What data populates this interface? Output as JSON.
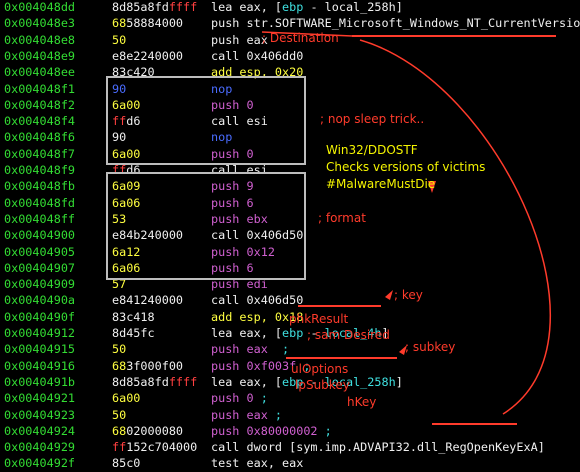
{
  "rows": [
    {
      "addr": "0x004048dd",
      "bytes": [
        {
          "t": "8d85a8fd",
          "c": "white"
        },
        {
          "t": "ffff",
          "c": "red"
        }
      ],
      "instr": [
        {
          "t": "lea eax, [",
          "c": "white"
        },
        {
          "t": "ebp",
          "c": "cyan"
        },
        {
          "t": " - local_258h",
          "c": "white"
        },
        {
          "t": "]",
          "c": "white"
        }
      ]
    },
    {
      "addr": "0x004048e3",
      "bytes": [
        {
          "t": "68",
          "c": "yellow"
        },
        {
          "t": "58884000",
          "c": "white"
        }
      ],
      "instr": [
        {
          "t": "push str.SOFTWARE_Microsoft_Windows_NT_CurrentVersion",
          "c": "white"
        },
        {
          "t": " ; ",
          "c": "cyan"
        }
      ]
    },
    {
      "addr": "0x004048e8",
      "bytes": [
        {
          "t": "50",
          "c": "yellow"
        }
      ],
      "instr": [
        {
          "t": "push ",
          "c": "white"
        },
        {
          "t": "eax",
          "c": "white"
        }
      ]
    },
    {
      "addr": "0x004048e9",
      "bytes": [
        {
          "t": "e8e2240000",
          "c": "white"
        }
      ],
      "instr": [
        {
          "t": "call 0x406dd0",
          "c": "white"
        }
      ]
    },
    {
      "addr": "0x004048ee",
      "bytes": [
        {
          "t": "83c420",
          "c": "white"
        }
      ],
      "instr": [
        {
          "t": "add esp, 0x20",
          "c": "yellow"
        }
      ]
    },
    {
      "addr": "0x004048f1",
      "bytes": [
        {
          "t": "90",
          "c": "blue"
        }
      ],
      "instr": [
        {
          "t": "nop",
          "c": "blue"
        }
      ]
    },
    {
      "addr": "0x004048f2",
      "bytes": [
        {
          "t": "6a00",
          "c": "yellow"
        }
      ],
      "instr": [
        {
          "t": "push 0",
          "c": "magenta"
        }
      ]
    },
    {
      "addr": "0x004048f4",
      "bytes": [
        {
          "t": "ff",
          "c": "red"
        },
        {
          "t": "d6",
          "c": "white"
        }
      ],
      "instr": [
        {
          "t": "call esi",
          "c": "white"
        }
      ]
    },
    {
      "addr": "0x004048f6",
      "bytes": [
        {
          "t": "90",
          "c": "white"
        }
      ],
      "instr": [
        {
          "t": "nop",
          "c": "blue"
        }
      ]
    },
    {
      "addr": "0x004048f7",
      "bytes": [
        {
          "t": "6a00",
          "c": "yellow"
        }
      ],
      "instr": [
        {
          "t": "push 0",
          "c": "magenta"
        }
      ]
    },
    {
      "addr": "0x004048f9",
      "bytes": [
        {
          "t": "ff",
          "c": "red"
        },
        {
          "t": "d6",
          "c": "white"
        }
      ],
      "instr": [
        {
          "t": "call esi",
          "c": "white"
        }
      ]
    },
    {
      "addr": "0x004048fb",
      "bytes": [
        {
          "t": "6a09",
          "c": "yellow"
        }
      ],
      "instr": [
        {
          "t": "push 9",
          "c": "magenta"
        }
      ]
    },
    {
      "addr": "0x004048fd",
      "bytes": [
        {
          "t": "6a06",
          "c": "yellow"
        }
      ],
      "instr": [
        {
          "t": "push 6",
          "c": "magenta"
        }
      ]
    },
    {
      "addr": "0x004048ff",
      "bytes": [
        {
          "t": "53",
          "c": "yellow"
        }
      ],
      "instr": [
        {
          "t": "push ebx",
          "c": "magenta"
        }
      ]
    },
    {
      "addr": "0x00404900",
      "bytes": [
        {
          "t": "e84b240000",
          "c": "white"
        }
      ],
      "instr": [
        {
          "t": "call 0x406d50",
          "c": "white"
        }
      ]
    },
    {
      "addr": "0x00404905",
      "bytes": [
        {
          "t": "6a12",
          "c": "yellow"
        }
      ],
      "instr": [
        {
          "t": "push 0x12",
          "c": "magenta"
        }
      ]
    },
    {
      "addr": "0x00404907",
      "bytes": [
        {
          "t": "6a06",
          "c": "yellow"
        }
      ],
      "instr": [
        {
          "t": "push 6",
          "c": "magenta"
        }
      ]
    },
    {
      "addr": "0x00404909",
      "bytes": [
        {
          "t": "57",
          "c": "yellow"
        }
      ],
      "instr": [
        {
          "t": "push edi",
          "c": "magenta"
        }
      ]
    },
    {
      "addr": "0x0040490a",
      "bytes": [
        {
          "t": "e841240000",
          "c": "white"
        }
      ],
      "instr": [
        {
          "t": "call 0x406d50",
          "c": "white"
        }
      ]
    },
    {
      "addr": "0x0040490f",
      "bytes": [
        {
          "t": "83c418",
          "c": "white"
        }
      ],
      "instr": [
        {
          "t": "add esp, 0x18",
          "c": "yellow"
        }
      ]
    },
    {
      "addr": "0x00404912",
      "bytes": [
        {
          "t": "8d45fc",
          "c": "white"
        }
      ],
      "instr": [
        {
          "t": "lea eax, [",
          "c": "white"
        },
        {
          "t": "ebp",
          "c": "cyan"
        },
        {
          "t": " - ",
          "c": "white"
        },
        {
          "t": "local_4h",
          "c": "cyan"
        },
        {
          "t": "]",
          "c": "white"
        }
      ]
    },
    {
      "addr": "0x00404915",
      "bytes": [
        {
          "t": "50",
          "c": "yellow"
        }
      ],
      "instr": [
        {
          "t": "push eax",
          "c": "magenta"
        },
        {
          "t": "  ; ",
          "c": "cyan"
        }
      ]
    },
    {
      "addr": "0x00404916",
      "bytes": [
        {
          "t": "68",
          "c": "yellow"
        },
        {
          "t": "3f000f00",
          "c": "white"
        }
      ],
      "instr": [
        {
          "t": "push 0xf003f",
          "c": "magenta"
        },
        {
          "t": " ; ",
          "c": "cyan"
        }
      ]
    },
    {
      "addr": "0x0040491b",
      "bytes": [
        {
          "t": "8d85a8fd",
          "c": "white"
        },
        {
          "t": "ffff",
          "c": "red"
        }
      ],
      "instr": [
        {
          "t": "lea eax, [",
          "c": "white"
        },
        {
          "t": "ebp",
          "c": "cyan"
        },
        {
          "t": " - ",
          "c": "white"
        },
        {
          "t": "local_258h",
          "c": "cyan"
        },
        {
          "t": "]",
          "c": "white"
        }
      ]
    },
    {
      "addr": "0x00404921",
      "bytes": [
        {
          "t": "6a00",
          "c": "yellow"
        }
      ],
      "instr": [
        {
          "t": "push 0",
          "c": "magenta"
        },
        {
          "t": " ; ",
          "c": "cyan"
        }
      ]
    },
    {
      "addr": "0x00404923",
      "bytes": [
        {
          "t": "50",
          "c": "yellow"
        }
      ],
      "instr": [
        {
          "t": "push eax",
          "c": "magenta"
        },
        {
          "t": " ; ",
          "c": "cyan"
        }
      ]
    },
    {
      "addr": "0x00404924",
      "bytes": [
        {
          "t": "68",
          "c": "yellow"
        },
        {
          "t": "02000080",
          "c": "white"
        }
      ],
      "instr": [
        {
          "t": "push 0x80000002",
          "c": "magenta"
        },
        {
          "t": " ; ",
          "c": "cyan"
        }
      ]
    },
    {
      "addr": "0x00404929",
      "bytes": [
        {
          "t": "ff",
          "c": "red"
        },
        {
          "t": "152c704000",
          "c": "white"
        }
      ],
      "instr": [
        {
          "t": "call dword [sym.imp.ADVAPI32.dll_RegOpenKeyExA]",
          "c": "white"
        }
      ]
    },
    {
      "addr": "0x0040492f",
      "bytes": [
        {
          "t": "85c0",
          "c": "white"
        }
      ],
      "instr": [
        {
          "t": "test eax, eax",
          "c": "white"
        }
      ]
    }
  ],
  "notes": {
    "destination": "; Destination",
    "nop_sleep": "; nop sleep trick..",
    "info_line1": "Win32/DDOSTF",
    "info_line2": "Checks versions of victims",
    "info_line3": "#MalwareMustDie",
    "format": "; format",
    "key": "; key",
    "phk_result": "phkResult",
    "sam_desired": "; sam Desired",
    "subkey": "; subkey",
    "ul_options": "ulOptions",
    "lp_subkey": "lpSubkey",
    "hkey": "hKey"
  },
  "colors": {
    "background": "#000000",
    "address": "#33dd33",
    "annotation_red": "#ff3b2b",
    "annotation_yellow": "#f5f500",
    "selection_box": "#bdbdbd"
  }
}
